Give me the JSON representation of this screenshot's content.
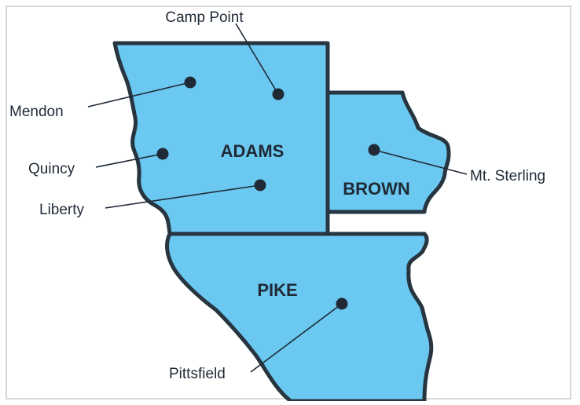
{
  "counties": {
    "adams": "ADAMS",
    "brown": "BROWN",
    "pike": "PIKE"
  },
  "towns": {
    "camp_point": "Camp Point",
    "mendon": "Mendon",
    "quincy": "Quincy",
    "liberty": "Liberty",
    "mt_sterling": "Mt. Sterling",
    "pittsfield": "Pittsfield"
  },
  "colors": {
    "county_fill": "#6bc8f0",
    "border": "#263540",
    "text": "#1f2a36",
    "background": "#ffffff"
  }
}
